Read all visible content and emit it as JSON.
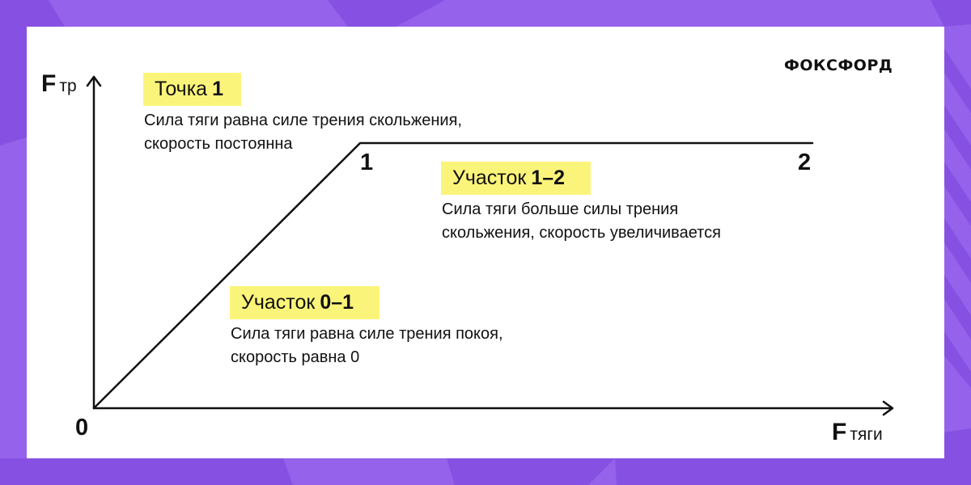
{
  "brand": {
    "logo_text": "ФОКСФОРД"
  },
  "colors": {
    "background_light": "#9562EB",
    "background_dark": "#8651E2",
    "card": "#FFFFFF",
    "highlight": "#FBF47A",
    "line": "#111111"
  },
  "axes": {
    "y": {
      "symbol": "F",
      "subscript": "тр"
    },
    "x": {
      "symbol": "F",
      "subscript": "тяги"
    },
    "origin_label": "0"
  },
  "points": [
    {
      "label": "1"
    },
    {
      "label": "2"
    }
  ],
  "annotations": {
    "point1": {
      "title_prefix": "Точка",
      "title_bold": "1",
      "line1": "Сила тяги равна силе трения скольжения,",
      "line2": "скорость постоянна"
    },
    "segment12": {
      "title_prefix": "Участок",
      "title_bold": "1–2",
      "line1": "Сила тяги больше силы трения",
      "line2": "скольжения, скорость увеличивается"
    },
    "segment01": {
      "title_prefix": "Участок",
      "title_bold": "0–1",
      "line1": "Сила тяги равна силе трения покоя,",
      "line2": "скорость равна 0"
    }
  }
}
